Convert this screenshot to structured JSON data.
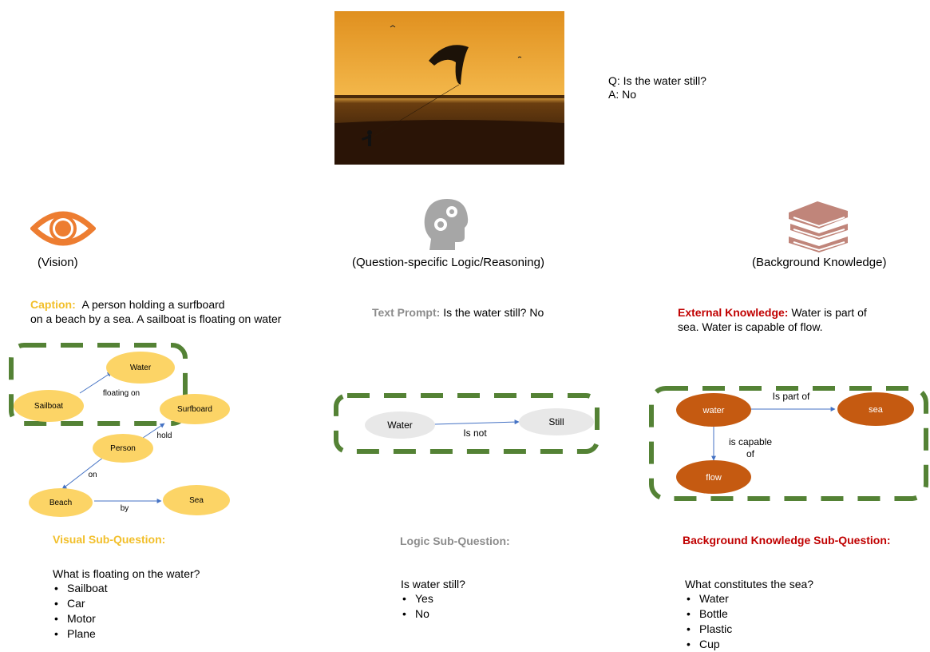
{
  "qa": {
    "question": "Q: Is the water still?",
    "answer": "A: No"
  },
  "columns": {
    "vision": {
      "icon": "eye-icon",
      "label": "(Vision)",
      "prompt_key": "Caption:",
      "prompt_line1": "A person holding a surfboard",
      "prompt_line2": "on a beach by a sea. A sailboat is  floating on water",
      "subq_title": "Visual Sub-Question:",
      "question": "What is floating on the water?",
      "options": [
        "Sailboat",
        "Car",
        "Motor",
        "Plane"
      ],
      "graph": {
        "nodes": {
          "water": "Water",
          "sailboat": "Sailboat",
          "surfboard": "Surfboard",
          "person": "Person",
          "beach": "Beach",
          "sea": "Sea"
        },
        "edges": {
          "floating_on": "floating on",
          "hold": "hold",
          "on": "on",
          "by": "by"
        }
      }
    },
    "logic": {
      "icon": "head-gears-icon",
      "label": "(Question-specific Logic/Reasoning)",
      "prompt_key": "Text Prompt:",
      "prompt_text": "Is the water still? No",
      "subq_title": "Logic Sub-Question:",
      "question": "Is water still?",
      "options": [
        "Yes",
        "No"
      ],
      "graph": {
        "nodes": {
          "water": "Water",
          "still": "Still"
        },
        "edges": {
          "is_not": "Is not"
        }
      }
    },
    "knowledge": {
      "icon": "books-icon",
      "label": "(Background Knowledge)",
      "prompt_key": "External Knowledge:",
      "prompt_line1": "Water is part of",
      "prompt_line2": "sea. Water is capable of flow.",
      "subq_title": "Background Knowledge Sub-Question:",
      "question": "What constitutes the sea?",
      "options": [
        "Water",
        "Bottle",
        "Plastic",
        "Cup"
      ],
      "graph": {
        "nodes": {
          "water": "water",
          "sea": "sea",
          "flow": "flow"
        },
        "edges": {
          "part_of": "Is part of",
          "capable_1": "is capable",
          "capable_2": "of"
        }
      }
    }
  },
  "colors": {
    "yellow": "#f2bf2a",
    "gray": "#8c8c8c",
    "red": "#c00000",
    "node_yellow": "#fcd466",
    "node_gray": "#e8e8e8",
    "node_orange": "#c55a11",
    "dash_green": "#548235",
    "arrow_blue": "#4472c4",
    "eye_orange": "#ed7d31",
    "book_red": "#c0857a"
  }
}
